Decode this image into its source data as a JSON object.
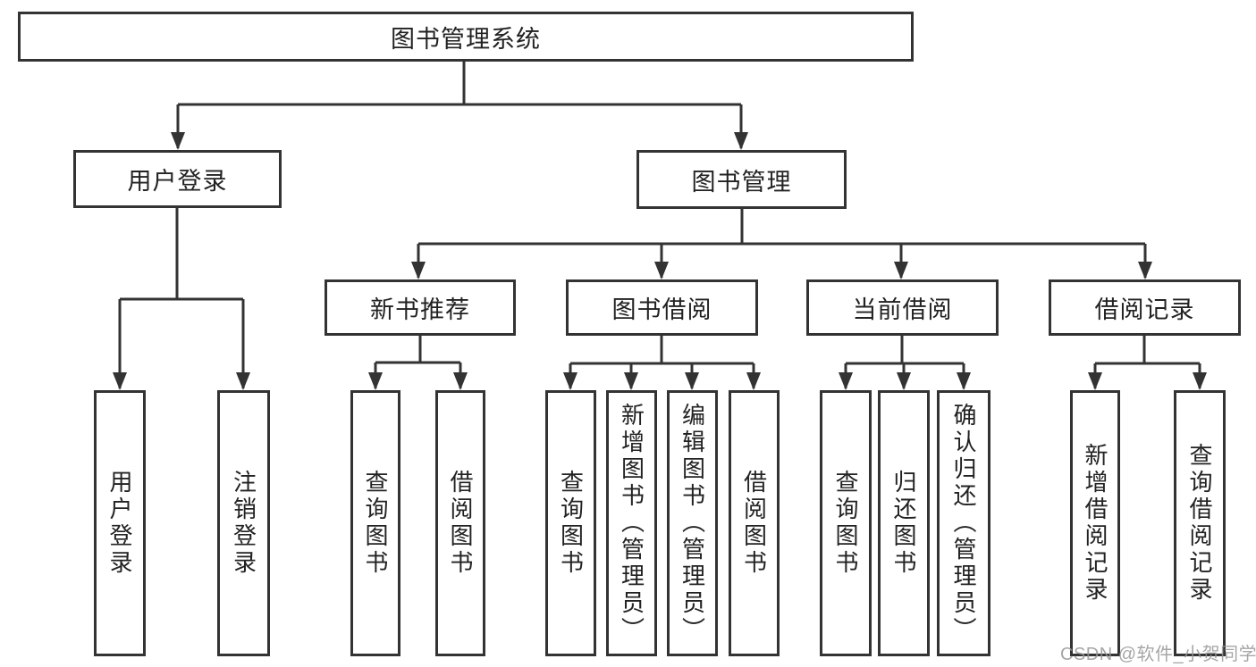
{
  "root": {
    "label": "图书管理系统"
  },
  "branches": [
    {
      "label": "用户登录",
      "children": [
        {
          "label": "用户登录"
        },
        {
          "label": "注销登录"
        }
      ]
    },
    {
      "label": "图书管理"
    }
  ],
  "sections": [
    {
      "label": "新书推荐",
      "children": [
        {
          "label": "查询图书"
        },
        {
          "label": "借阅图书"
        }
      ]
    },
    {
      "label": "图书借阅",
      "children": [
        {
          "label": "查询图书"
        },
        {
          "label": "新增图书（管理员）"
        },
        {
          "label": "编辑图书（管理员）"
        },
        {
          "label": "借阅图书"
        }
      ]
    },
    {
      "label": "当前借阅",
      "children": [
        {
          "label": "查询图书"
        },
        {
          "label": "归还图书"
        },
        {
          "label": "确认归还（管理员）"
        }
      ]
    },
    {
      "label": "借阅记录",
      "children": [
        {
          "label": "新增借阅记录"
        },
        {
          "label": "查询借阅记录"
        }
      ]
    }
  ],
  "watermark": "CSDN @软件_小贺同学",
  "colors": {
    "line": "#333333",
    "text": "#222222",
    "background": "#ffffff",
    "watermark": "#969696"
  }
}
